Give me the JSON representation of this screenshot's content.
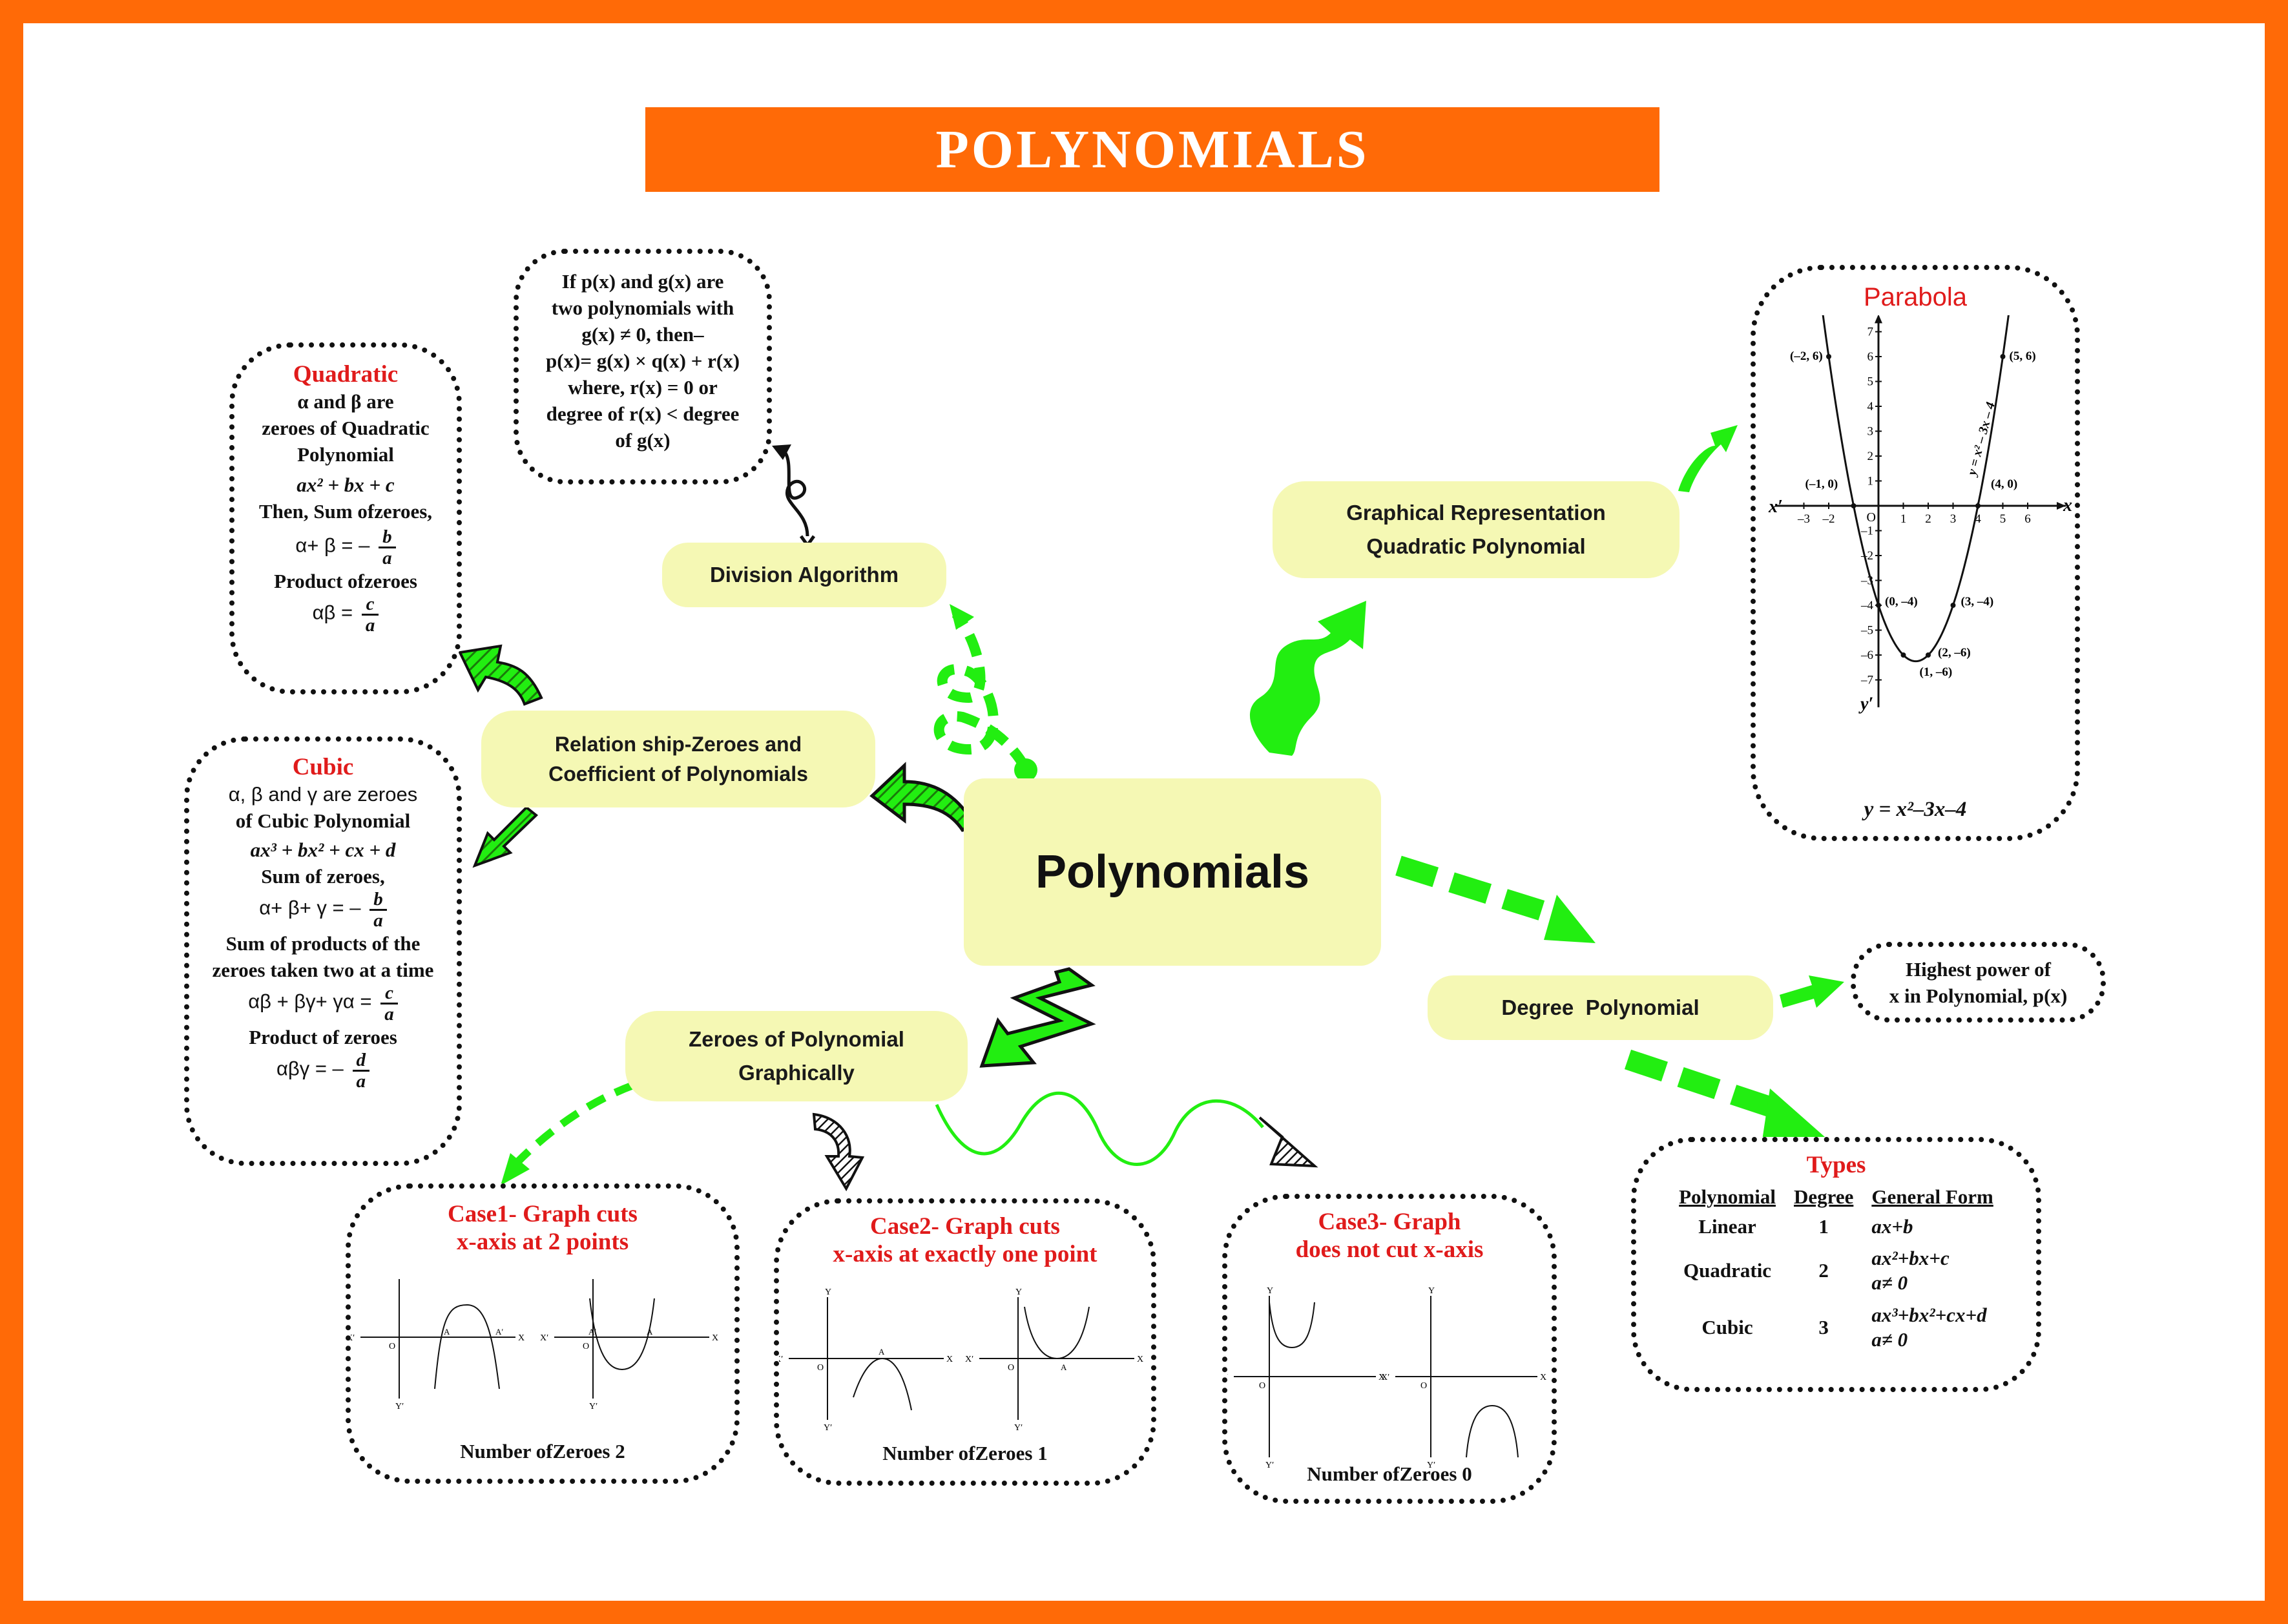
{
  "title": "POLYNOMIALS",
  "center": "Polynomials",
  "nodes": {
    "division": "Division Algorithm",
    "relation_l1": "Relation ship-Zeroes and",
    "relation_l2": "Coefficient of Polynomials",
    "graphical_l1": "Graphical Representation",
    "graphical_l2": "Quadratic Polynomial",
    "degree": "Degree  Polynomial",
    "zeroes_l1": "Zeroes of Polynomial",
    "zeroes_l2": "Graphically"
  },
  "division_box": {
    "lines": [
      "If p(x) and g(x) are",
      "two polynomials with",
      "g(x) ≠ 0, then–",
      "p(x)= g(x) × q(x) + r(x)",
      "where, r(x) = 0 or",
      "degree of r(x) < degree",
      "of g(x)"
    ]
  },
  "quadratic_box": {
    "heading": "Quadratic",
    "l1": "α and β are",
    "l2": "zeroes of Quadratic",
    "l3": "Polynomial",
    "l4": "ax² + bx + c",
    "l5": "Then, Sum ofzeroes,",
    "sum": "α+ β = –",
    "sum_num": "b",
    "sum_den": "a",
    "l6": "Product ofzeroes",
    "prod": "αβ =",
    "prod_num": "c",
    "prod_den": "a"
  },
  "cubic_box": {
    "heading": "Cubic",
    "l1": "α, β and γ are zeroes",
    "l2": "of Cubic Polynomial",
    "l3": "ax³ + bx² + cx + d",
    "l4": "Sum of zeroes,",
    "sum": "α+ β+ γ = –",
    "sum_num": "b",
    "sum_den": "a",
    "l5": "Sum of products of the",
    "l6": "zeroes taken two at a time",
    "pairs": "αβ + βγ+ γα =",
    "pairs_num": "c",
    "pairs_den": "a",
    "l7": "Product of zeroes",
    "prod": "αβγ = –",
    "prod_num": "d",
    "prod_den": "a"
  },
  "parabola_box": {
    "heading": "Parabola",
    "equation": "y = x²–3x–4",
    "curve_label": "y = x² – 3x – 4",
    "points": [
      "(–2, 6)",
      "(5, 6)",
      "(–1, 0)",
      "(4, 0)",
      "(0, –4)",
      "(3, –4)",
      "(2, –6)",
      "(1, –6)"
    ],
    "axis": {
      "x": "x",
      "x_neg": "x′",
      "y": "y",
      "y_neg": "y′",
      "origin": "O"
    },
    "x_ticks": [
      "–3",
      "–2",
      "1",
      "2",
      "3",
      "4",
      "5",
      "6"
    ],
    "y_ticks": [
      "7",
      "6",
      "5",
      "4",
      "3",
      "2",
      "1",
      "–1",
      "–2",
      "–3",
      "–4",
      "–5",
      "–6",
      "–7"
    ]
  },
  "highest_box": {
    "l1": "Highest power of",
    "l2": "x in Polynomial, p(x)"
  },
  "types_box": {
    "heading": "Types",
    "headers": [
      "Polynomial",
      "Degree",
      "General Form"
    ],
    "rows": [
      {
        "name": "Linear",
        "degree": "1",
        "form1": "ax+b",
        "form2": ""
      },
      {
        "name": "Quadratic",
        "degree": "2",
        "form1": "ax²+bx+c",
        "form2": "a≠ 0"
      },
      {
        "name": "Cubic",
        "degree": "3",
        "form1": "ax³+bx²+cx+d",
        "form2": "a≠ 0"
      }
    ]
  },
  "cases": [
    {
      "h1": "Case1- Graph cuts",
      "h2": "x-axis at 2 points",
      "footer": "Number ofZeroes 2"
    },
    {
      "h1": "Case2- Graph cuts",
      "h2": "x-axis at exactly one point",
      "footer": "Number ofZeroes 1"
    },
    {
      "h1": "Case3- Graph",
      "h2": "does not cut x-axis",
      "footer": "Number ofZeroes 0"
    }
  ],
  "mini_axis": {
    "x": "X",
    "x_neg": "X′",
    "y": "Y",
    "y_neg": "Y′",
    "origin": "O",
    "a": "A",
    "a2": "A′"
  },
  "colors": {
    "accent": "#ff6a07",
    "node_fill": "#f5f8b4",
    "arrow_green": "#22ee11",
    "heading_red": "#e01b1b"
  }
}
